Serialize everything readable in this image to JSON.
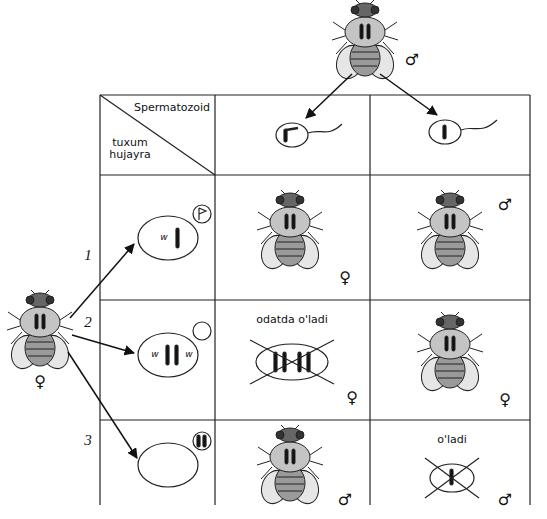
{
  "diagram": {
    "labels": [
      "♂",
      "Spermatozoid",
      "tuxum hujayra",
      "1",
      "♀",
      "♀",
      "♂",
      "w",
      "2",
      "odatda o'ladi",
      "♀",
      "♀",
      "w",
      "w",
      "3",
      "♂",
      "o'ladi",
      "♂"
    ]
  }
}
